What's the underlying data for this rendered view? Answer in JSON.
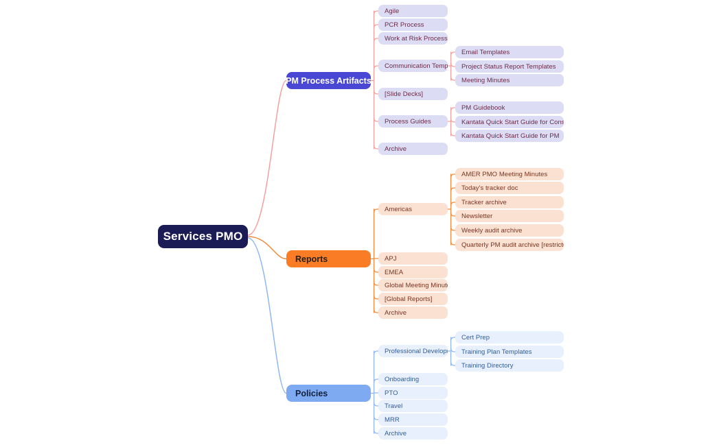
{
  "diagram": {
    "title": "Services PMO",
    "type": "mind-map",
    "orientation": "left-to-right"
  },
  "colors": {
    "root_bg": "#1B1B55",
    "root_text": "#FFFFFF",
    "artifacts_bg": "#4A47D5",
    "artifacts_text": "#FFFFFF",
    "artifacts_child_bg": "#DCDCF5",
    "artifacts_child_text": "#6D2A46",
    "artifacts_line": "#F4A0A0",
    "reports_bg": "#FA7D26",
    "reports_text": "#23201E",
    "reports_child_bg": "#FBE1D2",
    "reports_child_text": "#7A3320",
    "reports_line": "#F68B3C",
    "policies_bg": "#7EAAF2",
    "policies_text": "#15203A",
    "policies_child_bg": "#E9F0FD",
    "policies_child_text": "#2D5C9C",
    "policies_line": "#8FB8F2",
    "page_bg": "#FFFFFF"
  },
  "root": {
    "label": "Services PMO"
  },
  "branches": [
    {
      "id": "pm-process-artifacts",
      "label": "PM Process Artifacts",
      "children": [
        {
          "label": "Agile",
          "children": []
        },
        {
          "label": "PCR Process",
          "children": []
        },
        {
          "label": "Work at Risk Process",
          "children": []
        },
        {
          "label": "Communication Templates",
          "children": [
            {
              "label": "Email Templates"
            },
            {
              "label": "Project Status Report Templates"
            },
            {
              "label": "Meeting Minutes"
            }
          ]
        },
        {
          "label": "[Slide Decks]",
          "children": []
        },
        {
          "label": "Process Guides",
          "children": [
            {
              "label": "PM Guidebook"
            },
            {
              "label": "Kantata Quick Start Guide for Consultants"
            },
            {
              "label": "Kantata Quick Start Guide for PM"
            }
          ]
        },
        {
          "label": "Archive",
          "children": []
        }
      ]
    },
    {
      "id": "reports",
      "label": "Reports",
      "children": [
        {
          "label": "Americas",
          "children": [
            {
              "label": "AMER PMO Meeting Minutes"
            },
            {
              "label": "Today's tracker doc"
            },
            {
              "label": "Tracker archive"
            },
            {
              "label": "Newsletter"
            },
            {
              "label": "Weekly audit archive"
            },
            {
              "label": "Quarterly PM audit archive [restricted]"
            }
          ]
        },
        {
          "label": "APJ",
          "children": []
        },
        {
          "label": "EMEA",
          "children": []
        },
        {
          "label": "Global Meeting Minutes",
          "children": []
        },
        {
          "label": "[Global Reports]",
          "children": []
        },
        {
          "label": "Archive",
          "children": []
        }
      ]
    },
    {
      "id": "policies",
      "label": "Policies",
      "children": [
        {
          "label": "Professional Development",
          "children": [
            {
              "label": "Cert Prep"
            },
            {
              "label": "Training Plan Templates"
            },
            {
              "label": "Training Directory"
            }
          ]
        },
        {
          "label": "Onboarding",
          "children": []
        },
        {
          "label": "PTO",
          "children": []
        },
        {
          "label": "Travel",
          "children": []
        },
        {
          "label": "MRR",
          "children": []
        },
        {
          "label": "Archive",
          "children": []
        }
      ]
    }
  ]
}
